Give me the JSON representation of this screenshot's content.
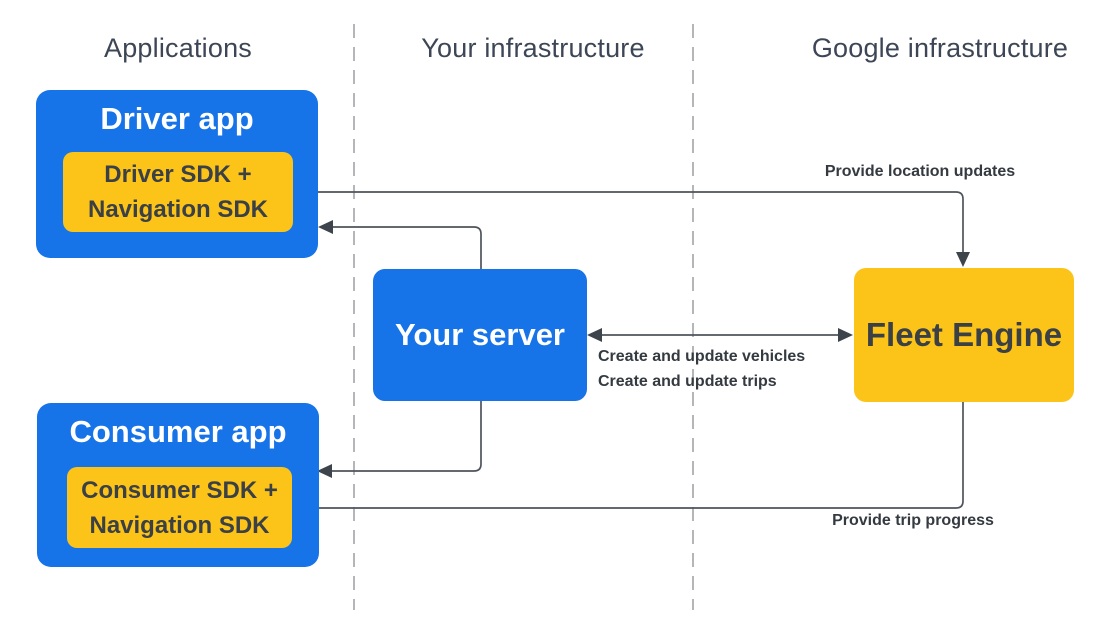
{
  "diagram": {
    "columns": [
      {
        "label": "Applications"
      },
      {
        "label": "Your infrastructure"
      },
      {
        "label": "Google infrastructure"
      }
    ],
    "nodes": {
      "driver_app": {
        "title": "Driver app",
        "sdk_line1": "Driver SDK +",
        "sdk_line2": "Navigation SDK"
      },
      "consumer_app": {
        "title": "Consumer app",
        "sdk_line1": "Consumer SDK +",
        "sdk_line2": "Navigation SDK"
      },
      "your_server": {
        "title": "Your server"
      },
      "fleet_engine": {
        "title": "Fleet Engine"
      }
    },
    "edge_labels": {
      "provide_location_updates": "Provide location updates",
      "create_update_line1": "Create and update vehicles",
      "create_update_line2": "Create and update trips",
      "provide_trip_progress": "Provide trip progress"
    },
    "colors": {
      "blue": "#1773E8",
      "yellow": "#FCC419",
      "header_text": "#3D4656",
      "dark_text": "#3A4045",
      "label_text": "#343A40",
      "line": "#4E545C",
      "arrow": "#3E444C",
      "dashed": "#A7AAAE",
      "bg": "#FFFFFF"
    }
  }
}
